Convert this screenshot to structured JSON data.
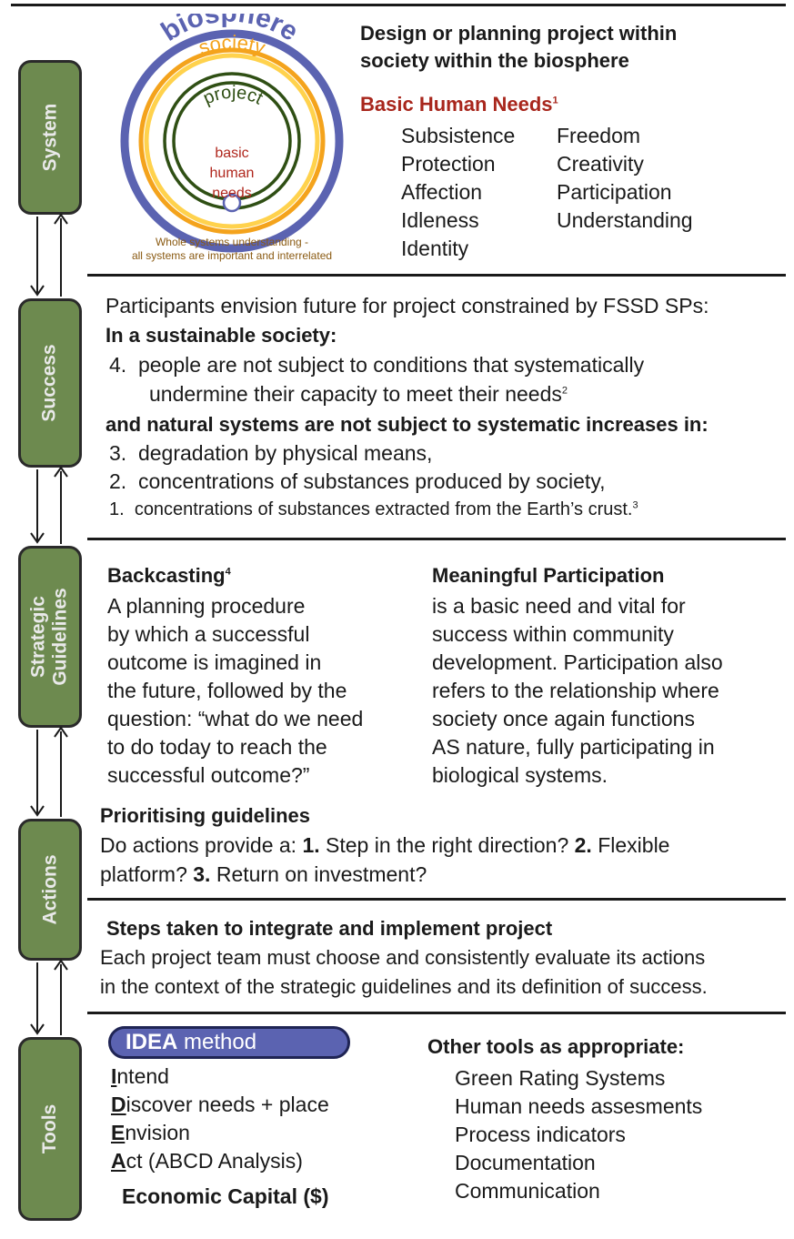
{
  "circle_diagram": {
    "labels": {
      "biosphere": "biosphere",
      "society": "society",
      "project": "project",
      "basic1": "basic",
      "basic2": "human",
      "basic3": "needs"
    },
    "caption_line1": "Whole systems understanding -",
    "caption_line2": "all systems are important and interrelated",
    "colors": {
      "biosphere": "#5b63b1",
      "society": "#f4a31c",
      "project": "#2f4f14",
      "basic": "#b0271d"
    }
  },
  "stages": [
    {
      "id": "system",
      "label": "System"
    },
    {
      "id": "success",
      "label": "Success"
    },
    {
      "id": "strategic",
      "label": "Strategic Guidelines"
    },
    {
      "id": "actions",
      "label": "Actions"
    },
    {
      "id": "tools",
      "label": "Tools"
    }
  ],
  "system": {
    "heading_line1": "Design or planning project within",
    "heading_line2": "society within the biosphere",
    "needs_title": "Basic Human Needs",
    "needs_footnote": "1",
    "needs_col1": [
      "Subsistence",
      "Protection",
      "Affection",
      "Idleness",
      "Identity"
    ],
    "needs_col2": [
      "Freedom",
      "Creativity",
      "Participation",
      "Understanding"
    ]
  },
  "success": {
    "intro": "Participants envision future for project constrained by FSSD SPs:",
    "society_heading": "In a sustainable society:",
    "item4_num": "4.",
    "item4_line1": "people are not subject to conditions that systematically",
    "item4_line2": "undermine their capacity to meet their needs",
    "item4_fn": "2",
    "natural_heading": "and natural systems are not subject to systematic increases in:",
    "item3_num": "3.",
    "item3": "degradation by physical means,",
    "item2_num": "2.",
    "item2": "concentrations of substances produced by society,",
    "item1_num": "1.",
    "item1": "concentrations of substances extracted from the Earth’s crust.",
    "item1_fn": "3"
  },
  "strategic": {
    "backcasting_title": "Backcasting",
    "backcasting_fn": "4",
    "backcasting_lines": [
      "A planning procedure",
      "by which a successful",
      "outcome is imagined in",
      "the future, followed by the",
      "question: “what do we need",
      "to do today to reach the",
      "successful outcome?”"
    ],
    "participation_title": "Meaningful Participation",
    "participation_lines": [
      "is a basic need and vital for",
      "success within community",
      "development.  Participation also",
      "refers to the relationship where",
      "society once again functions",
      "AS nature, fully participating in",
      "biological systems."
    ],
    "prioritising_title": "Prioritising guidelines",
    "prio_a": "Do actions provide a: ",
    "prio_n1": "1.",
    "prio_b": " Step in the right direction? ",
    "prio_n2": "2.",
    "prio_c": " Flexible",
    "prio_d": "platform? ",
    "prio_n3": "3.",
    "prio_e": " Return on investment?"
  },
  "actions": {
    "title": "Steps taken to integrate and implement project",
    "line1": "Each project team must choose and consistently evaluate its actions",
    "line2": "in the context of the strategic guidelines and its definition of success."
  },
  "tools": {
    "idea_bold": "IDEA",
    "idea_rest": " method",
    "idea_items": [
      {
        "letter": "I",
        "rest": "ntend"
      },
      {
        "letter": "D",
        "rest": "iscover needs + place"
      },
      {
        "letter": "E",
        "rest": "nvision"
      },
      {
        "letter": "A",
        "rest": "ct (ABCD Analysis)"
      }
    ],
    "economic": "Economic Capital ($)",
    "other_title": "Other tools as appropriate:",
    "other_items": [
      "Green Rating Systems",
      "Human needs assesments",
      "Process indicators",
      "Documentation",
      "Communication"
    ]
  }
}
